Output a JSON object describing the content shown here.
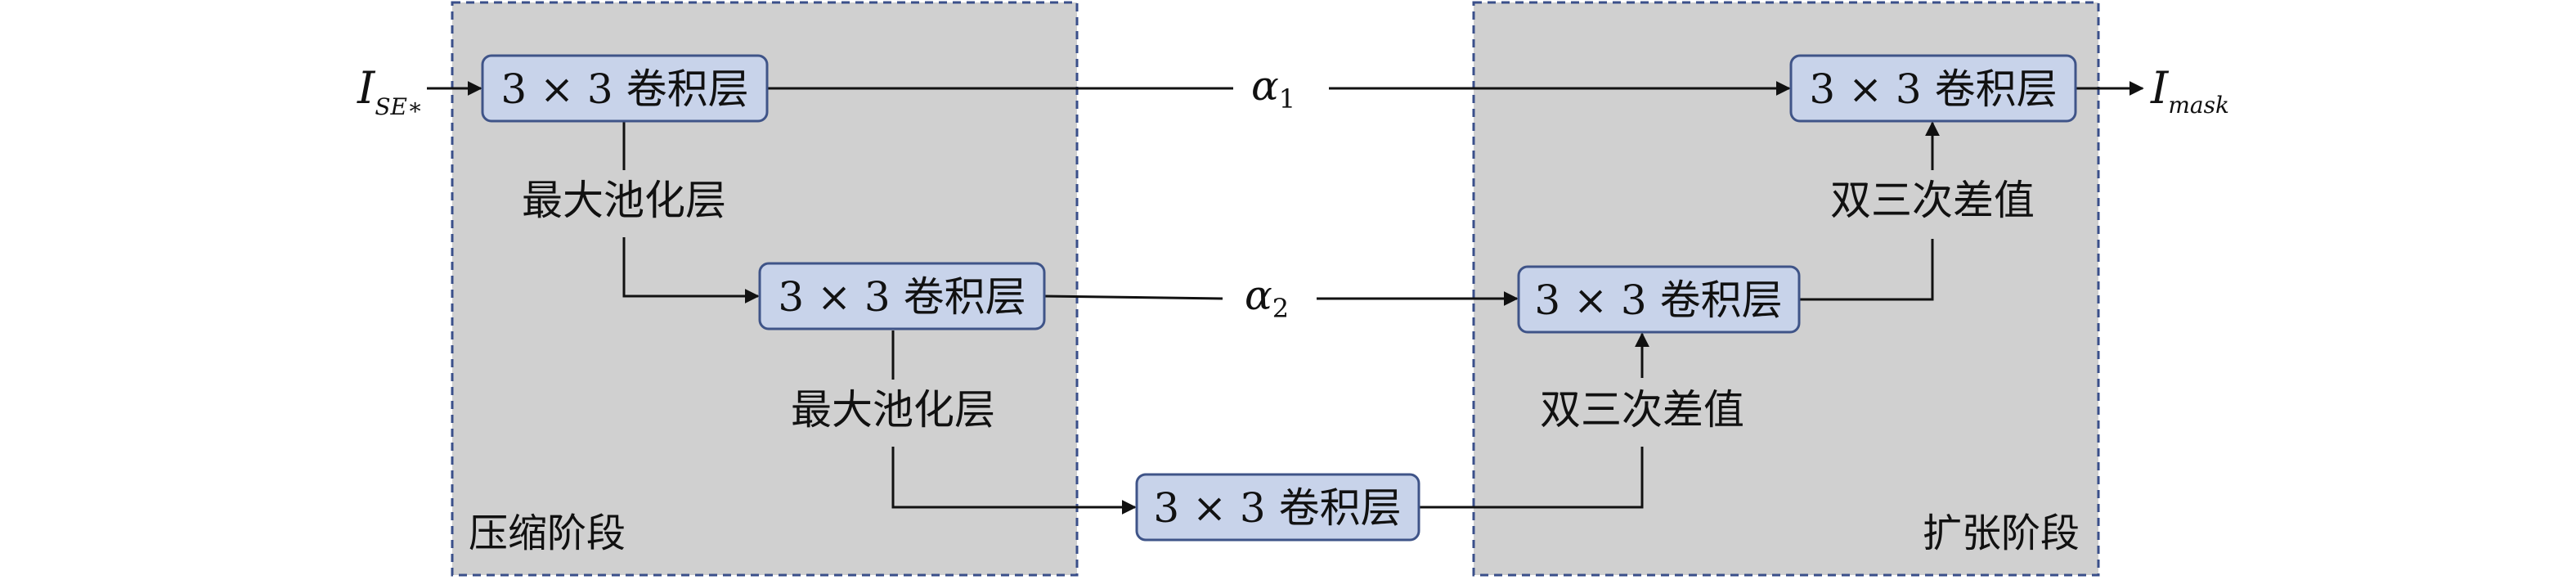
{
  "diagram": {
    "stages": {
      "compress": {
        "label": "压缩阶段"
      },
      "expand": {
        "label": "扩张阶段"
      }
    },
    "input": {
      "main": "I",
      "sub": "SE∗"
    },
    "output": {
      "main": "I",
      "sub": "mask"
    },
    "nodes": {
      "conv1": "3 × 3 卷积层",
      "conv2": "3 × 3 卷积层",
      "conv3": "3 × 3 卷积层",
      "conv4": "3 × 3 卷积层",
      "conv5": "3 × 3 卷积层"
    },
    "edges": {
      "pool1": "最大池化层",
      "pool2": "最大池化层",
      "up1": "双三次差值",
      "up2": "双三次差值"
    },
    "skips": {
      "alpha1": {
        "main": "α",
        "sub": "1"
      },
      "alpha2": {
        "main": "α",
        "sub": "2"
      }
    },
    "colors": {
      "stage_fill": "#d0d0d0",
      "stage_border": "#3a4f8a",
      "node_fill": "#c8d3ea",
      "node_border": "#3f5488",
      "line": "#111111"
    }
  }
}
